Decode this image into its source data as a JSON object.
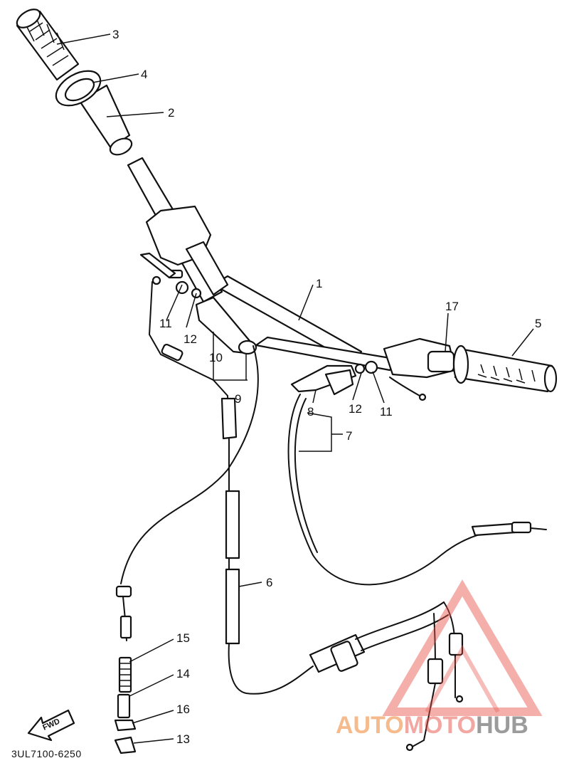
{
  "diagram": {
    "part_labels": {
      "p1": "1",
      "p2": "2",
      "p3": "3",
      "p4": "4",
      "p5": "5",
      "p6": "6",
      "p7": "7",
      "p8": "8",
      "p9": "9",
      "p10": "10",
      "p11_left": "11",
      "p11_right": "11",
      "p12_left": "12",
      "p12_right": "12",
      "p13": "13",
      "p14": "14",
      "p15": "15",
      "p16": "16",
      "p17": "17"
    },
    "fwd_arrow": "FWD",
    "drawing_code": "3UL7100-6250"
  },
  "watermark": {
    "part1": "AUTO",
    "part2": "MOTO",
    "part3": "HUB",
    "colors": {
      "red": "#e8534a",
      "orange": "#f5b07a",
      "grey": "#8a8a8a"
    }
  }
}
